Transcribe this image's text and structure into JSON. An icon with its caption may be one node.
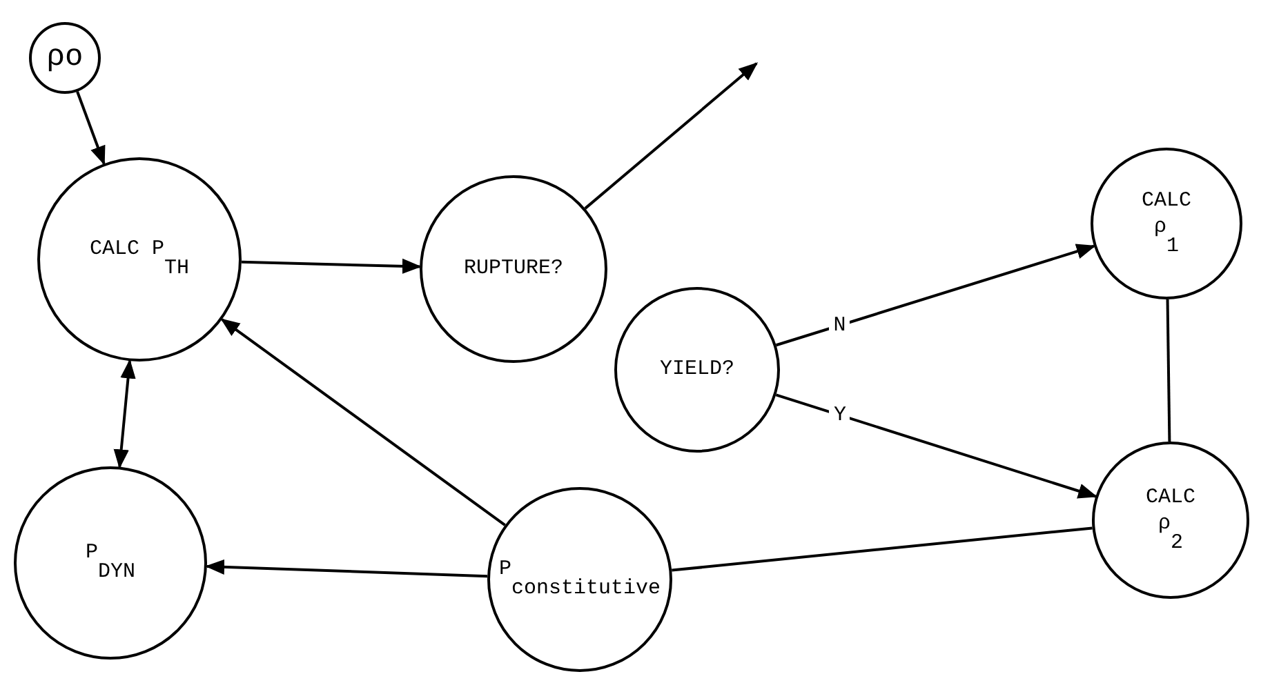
{
  "diagram": {
    "nodes": [
      {
        "text": [
          "ρo"
        ]
      },
      {
        "text": [
          "CALC P$_{TH}$"
        ]
      },
      {
        "text": [
          "RUPTURE?"
        ]
      },
      {
        "text": [
          "YIELD?"
        ]
      },
      {
        "text": [
          "CALC",
          "ρ$_{1}$"
        ]
      },
      {
        "text": [
          "CALC",
          "ρ$_{2}$"
        ]
      },
      {
        "text": [
          "P$_{DYN}$"
        ]
      },
      {
        "text": [
          "P$_{constitutive}$"
        ]
      }
    ],
    "edges": [
      {
        "from": 0,
        "to": 1,
        "arrow": "to"
      },
      {
        "from": 1,
        "to": 2,
        "arrow": "to"
      },
      {
        "from": 2,
        "to": null,
        "arrow": "to"
      },
      {
        "from": 3,
        "to": 4,
        "label": "N",
        "arrow": "to"
      },
      {
        "from": 3,
        "to": 5,
        "label": "Y",
        "arrow": "to"
      },
      {
        "from": 4,
        "to": 5,
        "arrow": "none"
      },
      {
        "from": 6,
        "to": 1,
        "arrow": "both"
      },
      {
        "from": 7,
        "to": 1,
        "arrow": "to"
      },
      {
        "from": 7,
        "to": 6,
        "arrow": "to"
      },
      {
        "from": 7,
        "to": 5,
        "arrow": "none"
      }
    ]
  }
}
